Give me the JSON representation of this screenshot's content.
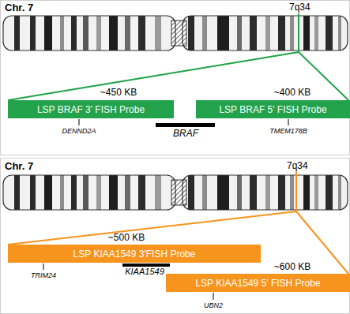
{
  "diagram": {
    "nodes": [
      {
        "text": [
          "LSP BRAF 3' FISH Probe"
        ]
      },
      {
        "text": [
          "LSP BRAF 5' FISH Probe"
        ]
      },
      {
        "text": [
          "LSP KIAA1549 3'FISH Probe"
        ]
      },
      {
        "text": [
          "LSP KIAA1549 5' FISH Probe"
        ]
      }
    ],
    "labels": [
      "Chr. 7",
      "7q34",
      "~450 KB",
      "~400 KB",
      "DENND2A",
      "BRAF",
      "TMEM178B",
      "Chr. 7",
      "7q34",
      "~500 KB",
      "TRIM24",
      "KIAA1549",
      "~600 KB",
      "UBN2"
    ]
  }
}
